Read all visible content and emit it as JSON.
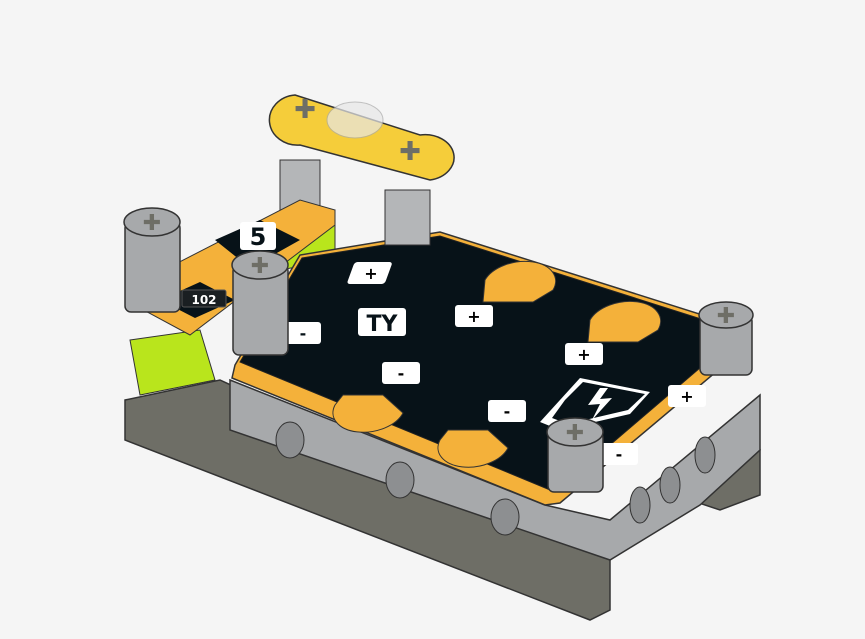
{
  "model": {
    "name_tag": "5",
    "resistor_label": "102",
    "logo_text": "TY",
    "plus_sign": "+",
    "minus_sign": "-",
    "icons": [
      "battery-charging-icon",
      "cross-axle-icon"
    ],
    "colors": {
      "background": "#f5f5f5",
      "board": "#071218",
      "rim": "#f4b13a",
      "beam": "#a7a9ab",
      "base": "#6e6e66",
      "lime": "#b9e51c",
      "link": "#f5cd3a"
    }
  }
}
